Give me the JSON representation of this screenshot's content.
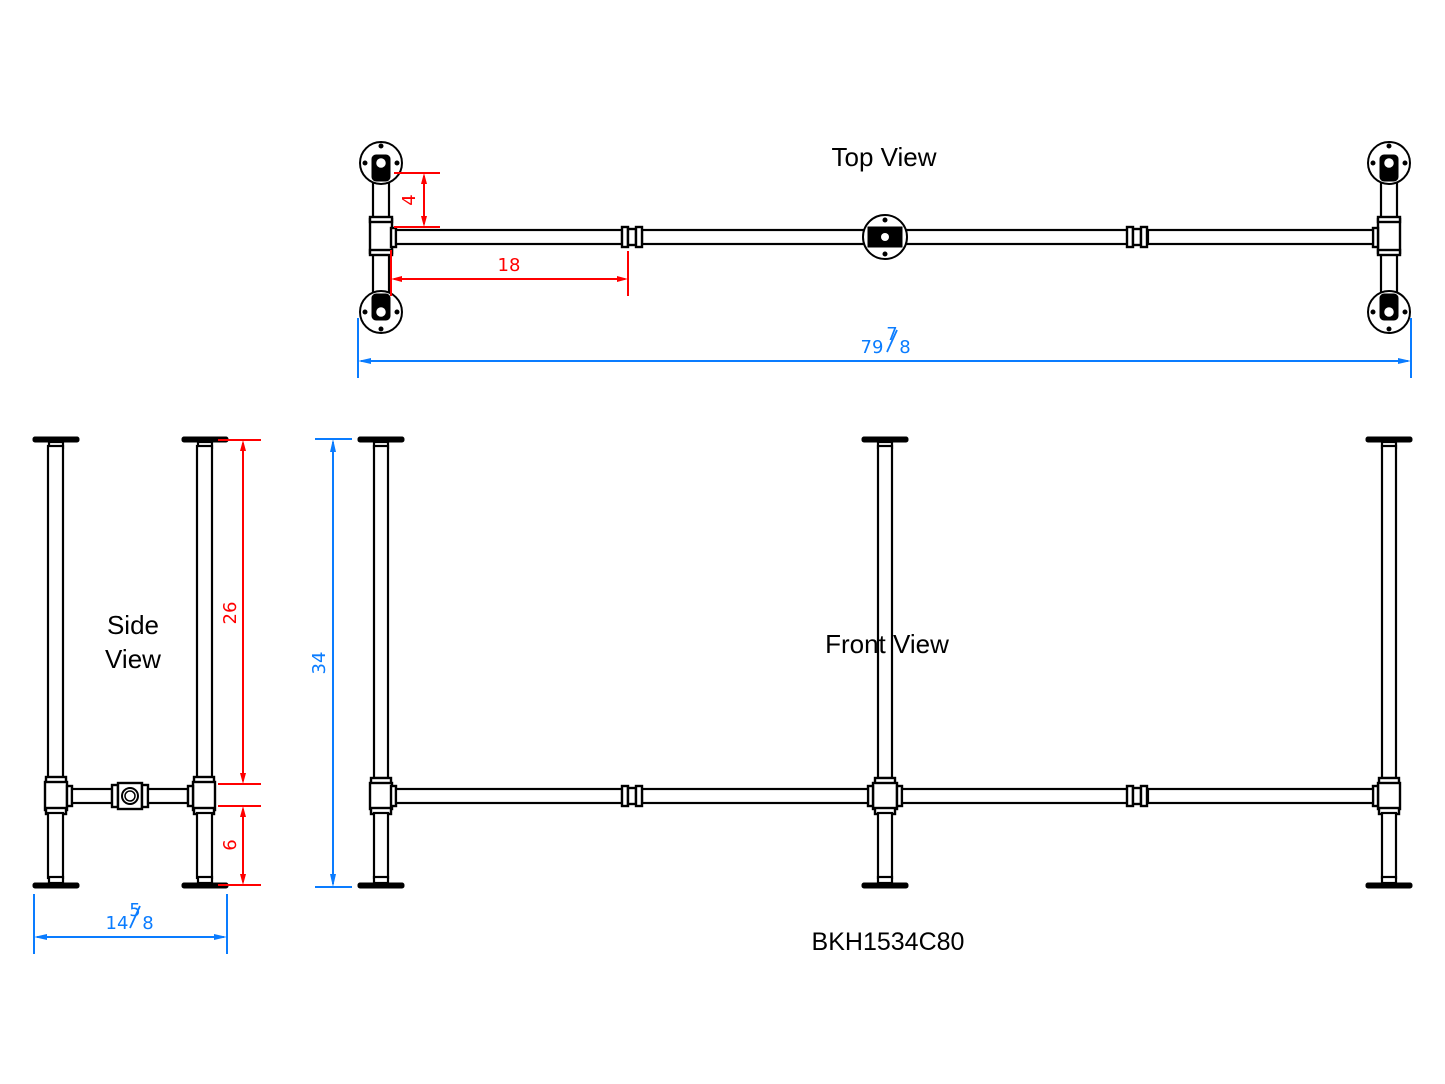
{
  "part_number": "BKH1534C80",
  "views": {
    "top": {
      "title": "Top View"
    },
    "side": {
      "title_line1": "Side",
      "title_line2": "View"
    },
    "front": {
      "title": "Front View"
    }
  },
  "dimensions": {
    "top_offset": {
      "value": "4",
      "color": "#ff0000"
    },
    "top_pipe_length": {
      "value": "18",
      "color": "#ff0000"
    },
    "overall_length": {
      "whole": "79",
      "numerator": "7",
      "denominator": "8",
      "color": "#0a7cff"
    },
    "upper_leg": {
      "value": "26",
      "color": "#ff0000"
    },
    "lower_leg": {
      "value": "6",
      "color": "#ff0000"
    },
    "overall_height": {
      "value": "34",
      "color": "#0a7cff"
    },
    "overall_width": {
      "whole": "14",
      "numerator": "5",
      "denominator": "8",
      "color": "#0a7cff"
    }
  },
  "colors": {
    "line": "#000000",
    "dimension_red": "#ff0000",
    "dimension_blue": "#0a7cff",
    "background": "#ffffff"
  }
}
